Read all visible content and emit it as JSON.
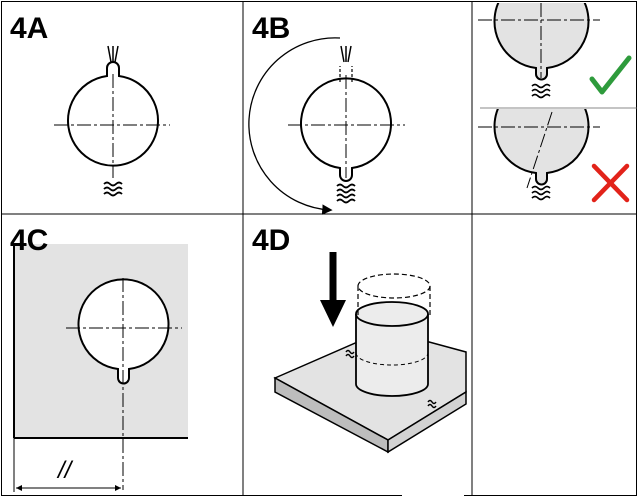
{
  "panels": {
    "a": {
      "label": "4A"
    },
    "b": {
      "label": "4B"
    },
    "c": {
      "label": "4C",
      "dimension_text": "//"
    },
    "d": {
      "label": "4D"
    },
    "check_good": {
      "mark": "✓",
      "mark_color": "#2e9b3c"
    },
    "check_bad": {
      "mark": "✕",
      "mark_color": "#e2231a"
    }
  },
  "icons": {
    "chip": "wavy-chip-icon",
    "tool_bit": "cutter-tip-icon",
    "arrow": "down-arrow-icon"
  },
  "colors": {
    "line": "#000000",
    "panel_fill": "#ffffff",
    "shade": "#e3e3e3",
    "check_green": "#2e9b3c",
    "cross_red": "#e2231a"
  }
}
